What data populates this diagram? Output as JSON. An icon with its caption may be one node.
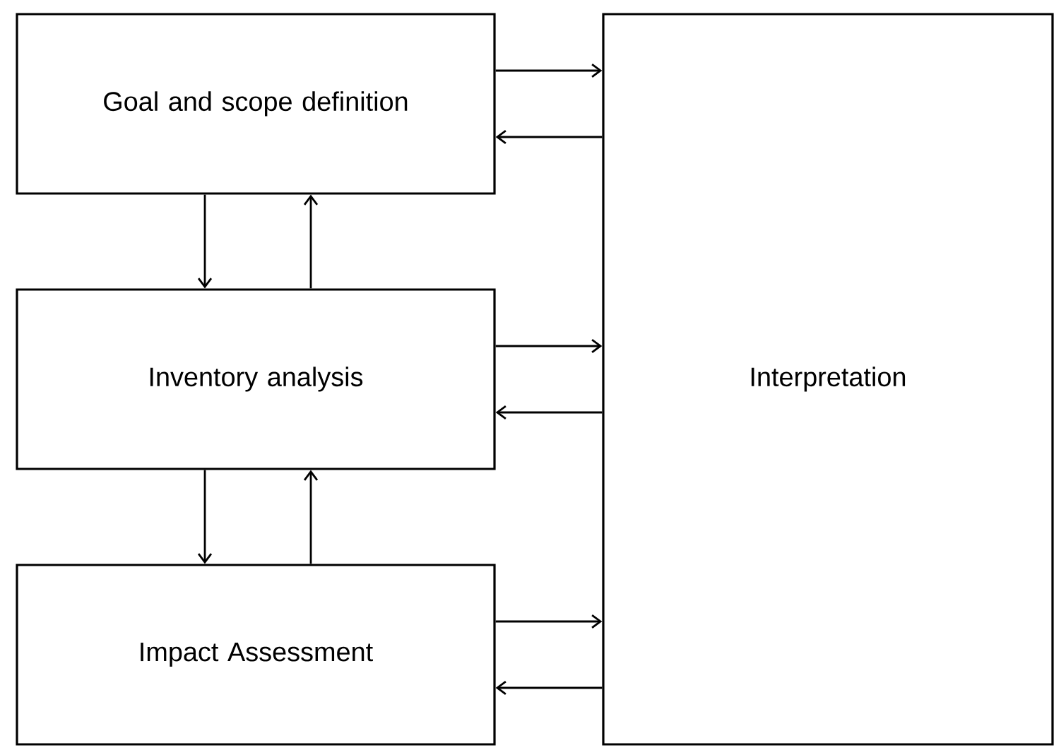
{
  "diagram": {
    "nodes": [
      {
        "text": [
          "Goal and scope definition"
        ]
      },
      {
        "text": [
          "Inventory analysis"
        ]
      },
      {
        "text": [
          "Impact Assessment"
        ]
      },
      {
        "text": [
          "Interpretation"
        ]
      }
    ],
    "edges": [
      {
        "from": 0,
        "to": 3,
        "arrow": "to"
      },
      {
        "from": 3,
        "to": 0,
        "arrow": "to"
      },
      {
        "from": 1,
        "to": 3,
        "arrow": "to"
      },
      {
        "from": 3,
        "to": 1,
        "arrow": "to"
      },
      {
        "from": 2,
        "to": 3,
        "arrow": "to"
      },
      {
        "from": 3,
        "to": 2,
        "arrow": "to"
      },
      {
        "from": 0,
        "to": 1,
        "arrow": "to"
      },
      {
        "from": 1,
        "to": 0,
        "arrow": "to"
      },
      {
        "from": 1,
        "to": 2,
        "arrow": "to"
      },
      {
        "from": 2,
        "to": 1,
        "arrow": "to"
      }
    ]
  }
}
